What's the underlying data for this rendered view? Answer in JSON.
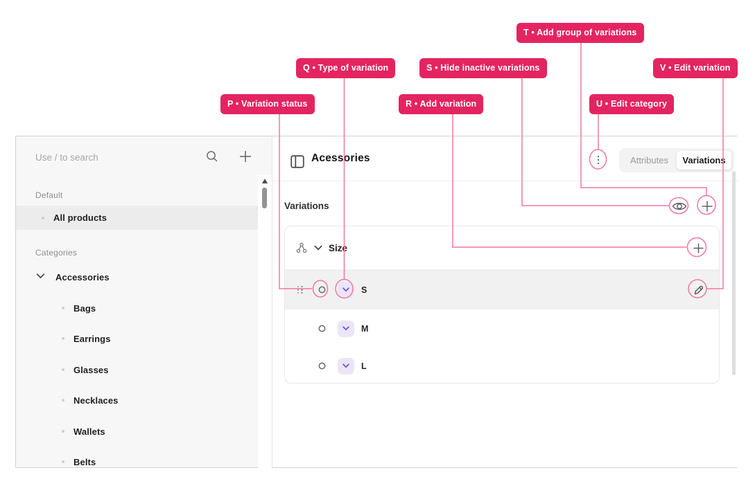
{
  "colors": {
    "accent_pink": "#e42460",
    "connector_pink": "#f0789e",
    "chevron_button_bg": "#ece5f9",
    "chevron_button_fg": "#7a5cd6",
    "sidebar_bg": "#f7f7f7",
    "active_row_bg": "#ececec",
    "selected_variation_bg": "#f1f1f1"
  },
  "annotations": {
    "labels": {
      "P": {
        "text": "P • Variation status"
      },
      "Q": {
        "text": "Q • Type of variation"
      },
      "S": {
        "text": "S • Hide inactive variations"
      },
      "T": {
        "text": "T • Add group of variations"
      },
      "R": {
        "text": "R • Add variation"
      },
      "U": {
        "text": "U • Edit category"
      },
      "V": {
        "text": "V • Edit variation"
      }
    }
  },
  "sidebar": {
    "search": {
      "placeholder": "Use / to search",
      "icons": [
        "search-icon",
        "plus-icon"
      ]
    },
    "sections": [
      {
        "title": "Default",
        "items": [
          {
            "label": "All products",
            "active": true
          }
        ]
      },
      {
        "title": "Categories",
        "items": [
          {
            "label": "Accessories",
            "expanded": true,
            "children": [
              "Bags",
              "Earrings",
              "Glasses",
              "Necklaces",
              "Wallets",
              "Belts"
            ]
          }
        ]
      }
    ]
  },
  "main": {
    "header": {
      "title": "Acessories",
      "menu_icon": "kebab-menu-icon",
      "tabs": [
        {
          "label": "Attributes",
          "active": false
        },
        {
          "label": "Variations",
          "active": true
        }
      ]
    },
    "variations_section": {
      "title": "Variations",
      "toolbar_icons": [
        "eye-icon",
        "plus-icon"
      ],
      "group": {
        "name": "Size",
        "icons": [
          "hierarchy-icon",
          "chevron-down-icon",
          "plus-icon"
        ],
        "variations": [
          {
            "label": "S",
            "selected": true
          },
          {
            "label": "M",
            "selected": false
          },
          {
            "label": "L",
            "selected": false
          }
        ]
      }
    }
  }
}
